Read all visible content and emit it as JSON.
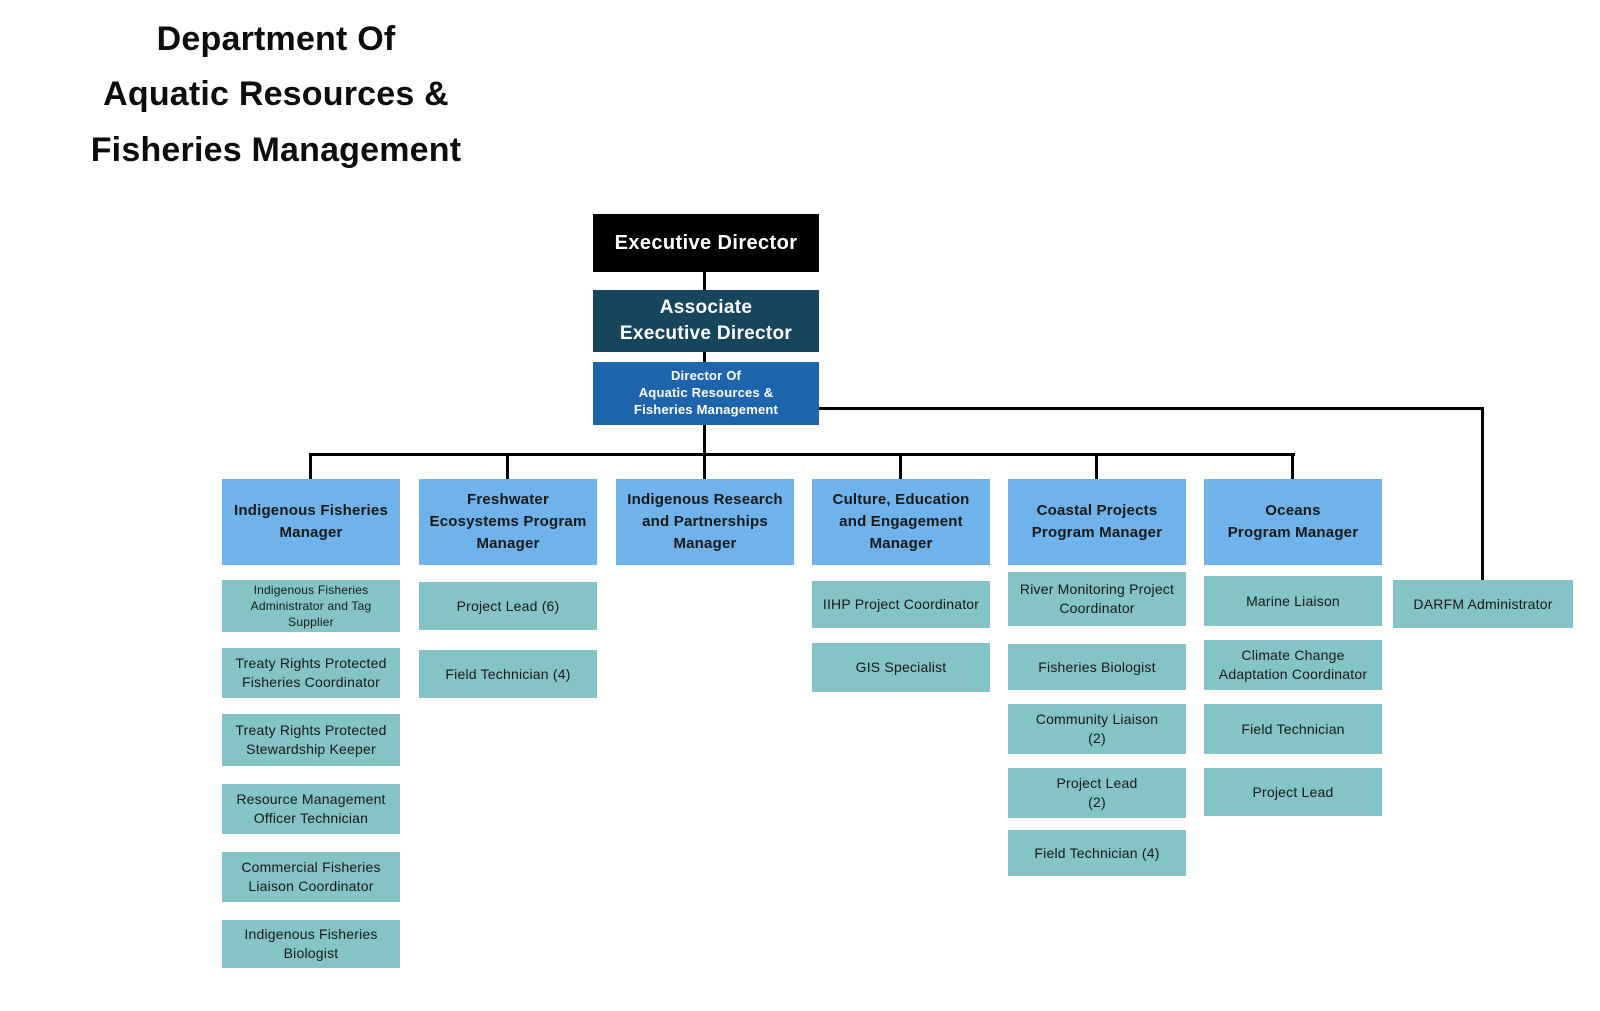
{
  "title": "Department Of\nAquatic Resources &\nFisheries Management",
  "colors": {
    "canvas-bg": "#ffffff",
    "executive-bg": "#000000",
    "associate-bg": "#16455e",
    "director-bg": "#1e65ae",
    "manager-bg": "#6fb3ea",
    "staff-bg": "#84c4c7",
    "connector": "#000000",
    "light-text": "#ffffff",
    "dark-text": "#161817"
  },
  "hierarchy": {
    "executive_director": "Executive Director",
    "associate_executive_director": "Associate\nExecutive Director",
    "director": "Director Of\nAquatic Resources &\nFisheries Management",
    "administrator": "DARFM Administrator"
  },
  "columns": [
    {
      "manager": "Indigenous Fisheries\nManager",
      "staff": [
        "Indigenous Fisheries\nAdministrator and Tag\nSupplier",
        "Treaty Rights Protected\nFisheries Coordinator",
        "Treaty Rights Protected\nStewardship Keeper",
        "Resource Management\nOfficer Technician",
        "Commercial Fisheries\nLiaison Coordinator",
        "Indigenous Fisheries\nBiologist"
      ]
    },
    {
      "manager": "Freshwater\nEcosystems Program\nManager",
      "staff": [
        "Project Lead (6)",
        "Field Technician (4)"
      ]
    },
    {
      "manager": "Indigenous Research\nand Partnerships\nManager",
      "staff": []
    },
    {
      "manager": "Culture, Education\nand Engagement\nManager",
      "staff": [
        "IIHP Project Coordinator",
        "GIS Specialist"
      ]
    },
    {
      "manager": "Coastal Projects\nProgram Manager",
      "staff": [
        "River Monitoring Project\nCoordinator",
        "Fisheries Biologist",
        "Community Liaison\n(2)",
        "Project Lead\n(2)",
        "Field Technician (4)"
      ]
    },
    {
      "manager": "Oceans\nProgram Manager",
      "staff": [
        "Marine Liaison",
        "Climate Change\nAdaptation Coordinator",
        "Field Technician",
        "Project Lead"
      ]
    }
  ]
}
